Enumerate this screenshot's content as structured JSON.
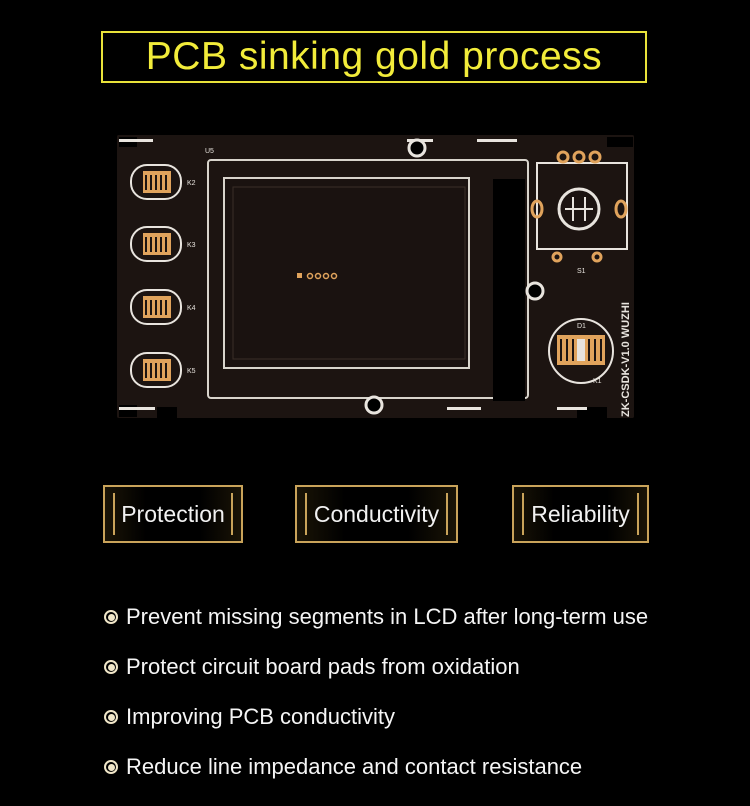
{
  "title": "PCB sinking gold process",
  "board": {
    "label_u5": "U5",
    "keys": [
      "K2",
      "K3",
      "K4",
      "K5"
    ],
    "label_s1": "S1",
    "label_d1": "D1",
    "label_k1": "K1",
    "silkscreen": "ZK-CSDK-V1.0 WUZHI"
  },
  "features": [
    "Protection",
    "Conductivity",
    "Reliability"
  ],
  "bullets": [
    "Prevent missing segments in LCD after long-term use",
    "Protect circuit board pads from oxidation",
    "Improving PCB conductivity",
    "Reduce line impedance and contact resistance"
  ],
  "colors": {
    "title": "#f2ec3a",
    "gold": "#e0a35c",
    "board": "#1b1310",
    "frame": "#c9a35a"
  }
}
